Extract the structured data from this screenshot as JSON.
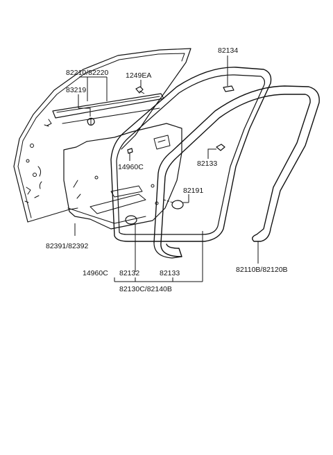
{
  "labels": {
    "l82134": "82134",
    "l82210_82220": "82210/82220",
    "l1249EA": "1249EA",
    "l83219": "83219",
    "l14960C_upper": "14960C",
    "l82133_upper": "82133",
    "l82191": "82191",
    "l82391_82392": "82391/82392",
    "l14960C_lower": "14960C",
    "l82132": "82132",
    "l82133_lower": "82133",
    "l82130C_82140B": "82130C/82140B",
    "l82110B_82120B": "82110B/82120B"
  },
  "colors": {
    "ink": "#111111",
    "background": "#ffffff"
  }
}
